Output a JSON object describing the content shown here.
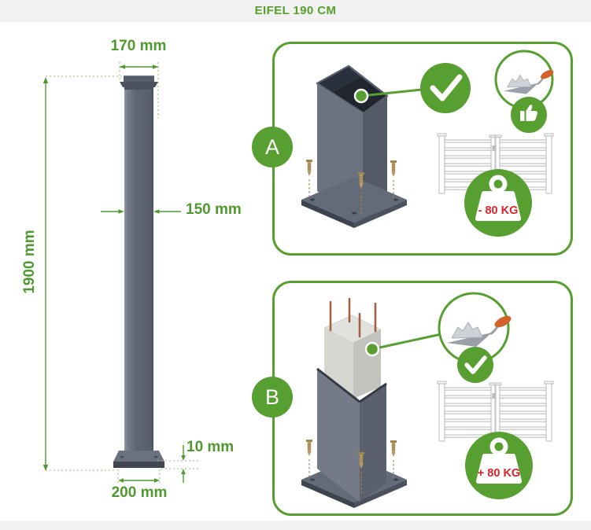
{
  "header": {
    "title": "EIFEL 190 CM"
  },
  "colors": {
    "accent_green": "#579f30",
    "dimension_green": "#4f9a2e",
    "weight_red": "#d8232a",
    "post_gray": "#5f6673",
    "concrete_gray": "#d5d5d2"
  },
  "diagram": {
    "labels": {
      "top_width": "170 mm",
      "height": "1900 mm",
      "profile_width": "150 mm",
      "plate_thickness": "10 mm",
      "base_width": "200 mm"
    }
  },
  "panels": [
    {
      "label": "A",
      "weight_label": "- 80 KG",
      "icons": [
        "post-with-anchor-screws",
        "callout-dot",
        "checkmark-icon",
        "trowel-icon",
        "thumbs-up-icon",
        "gate-illustration",
        "weight-icon"
      ]
    },
    {
      "label": "B",
      "weight_label": "+ 80 KG",
      "icons": [
        "concrete-filled-post",
        "rebar-rods",
        "callout-dot",
        "trowel-icon",
        "checkmark-icon",
        "gate-illustration",
        "weight-icon"
      ]
    }
  ]
}
